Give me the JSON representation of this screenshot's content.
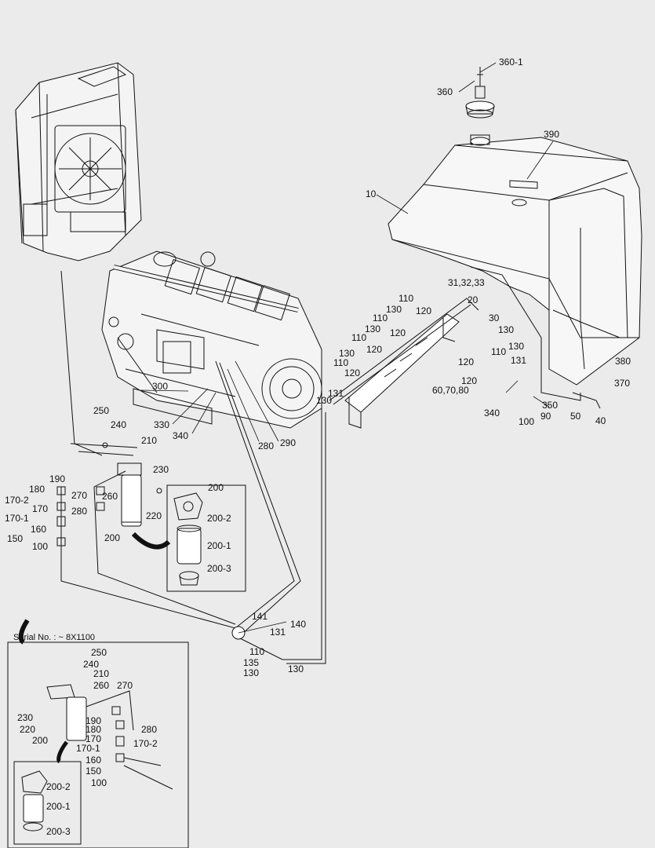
{
  "diagram": {
    "inset_title": "Serial No. : ~ 8X1100",
    "callouts": {
      "c360_1": "360-1",
      "c360": "360",
      "c390": "390",
      "c10": "10",
      "c31": "31,32,33",
      "c20": "20",
      "c30": "30",
      "c110a": "110",
      "c130a": "130",
      "c120a": "120",
      "c110b": "110",
      "c130b": "130",
      "c120b": "120",
      "c110c": "110",
      "c130c": "130",
      "c120c": "120",
      "c130d": "130",
      "c110d": "110",
      "c131a": "131",
      "c130e": "130",
      "c130f": "130",
      "c130g": "130",
      "c110e": "110",
      "c120d": "120",
      "c131b": "131",
      "c120e": "120",
      "c60": "60,70,80",
      "c380": "380",
      "c370": "370",
      "c350": "350",
      "c340a": "340",
      "c90": "90",
      "c100a": "100",
      "c50": "50",
      "c40": "40",
      "c300": "300",
      "c330": "330",
      "c340b": "340",
      "c280a": "280",
      "c290": "290",
      "c250a": "250",
      "c240a": "240",
      "c210a": "210",
      "c230a": "230",
      "c200a": "200",
      "c190a": "190",
      "c180a": "180",
      "c270a": "270",
      "c260a": "260",
      "c170_2a": "170-2",
      "c170a": "170",
      "c170_1a": "170-1",
      "c280b": "280",
      "c220a": "220",
      "c160a": "160",
      "c150a": "150",
      "c200b": "200",
      "c100b": "100",
      "c200_2a": "200-2",
      "c200_1a": "200-1",
      "c200_3a": "200-3",
      "c141": "141",
      "c140": "140",
      "c131c": "131",
      "c110f": "110",
      "c135": "135",
      "c130h": "130",
      "c120f": "120",
      "c250b": "250",
      "c240b": "240",
      "c210b": "210",
      "c270b": "270",
      "c260b": "260",
      "c230b": "230",
      "c220b": "220",
      "c200c": "200",
      "c190b": "190",
      "c180b": "180",
      "c280c": "280",
      "c170b": "170",
      "c170_2b": "170-2",
      "c170_1b": "170-1",
      "c160b": "160",
      "c150b": "150",
      "c100c": "100",
      "c200_2b": "200-2",
      "c200_1b": "200-1",
      "c200_3b": "200-3"
    }
  }
}
